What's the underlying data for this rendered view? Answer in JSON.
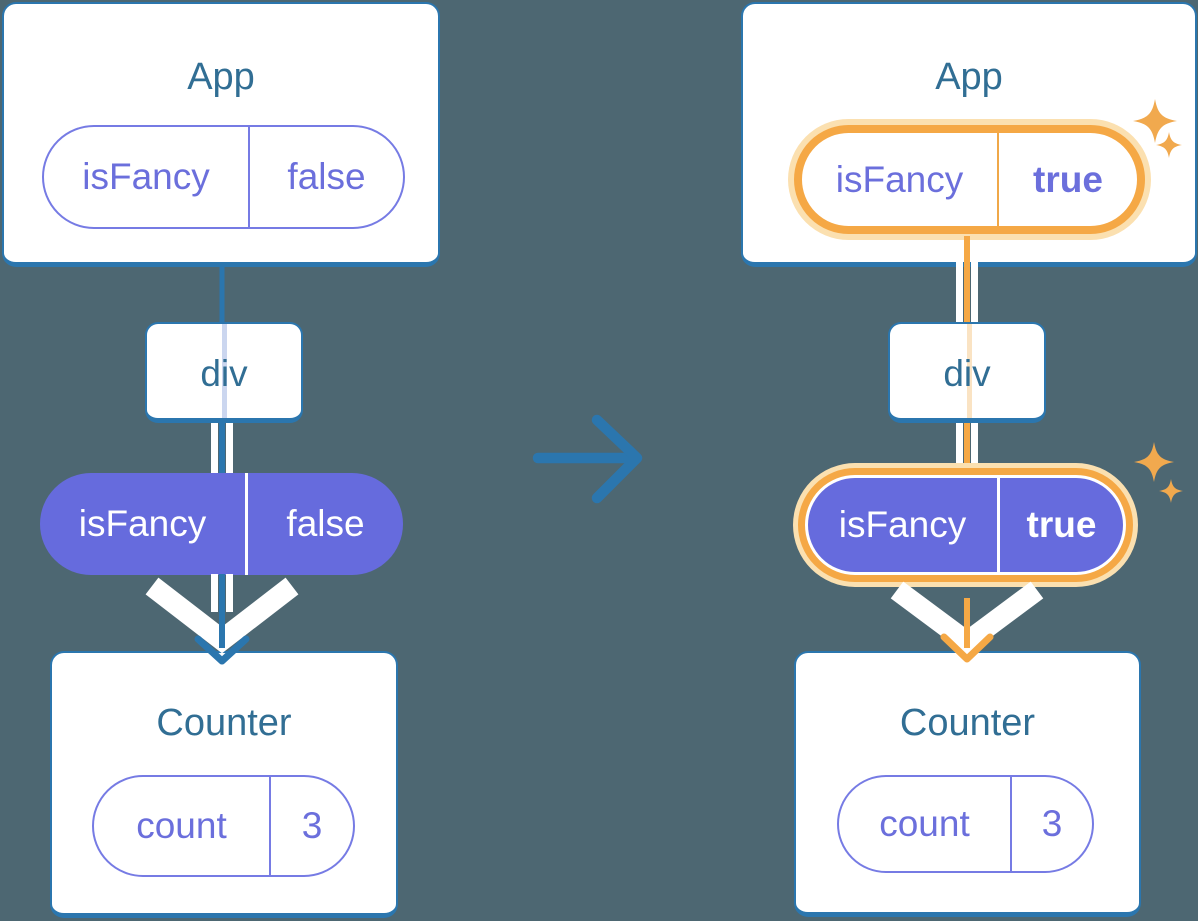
{
  "colors": {
    "background": "#4D6772",
    "card_border_blue": "#2B76AE",
    "title_text": "#316E94",
    "purple_fill": "#666BDD",
    "purple_outline": "#767BE4",
    "purple_text": "#6B6FDC",
    "connector_blue": "#2B76AE",
    "highlight_orange": "#F5A845",
    "highlight_halo": "#FBE0B0",
    "sparkle_orange": "#F1A94E",
    "white": "#FFFFFF"
  },
  "before": {
    "app": {
      "title": "App",
      "prop": {
        "name": "isFancy",
        "value": "false"
      }
    },
    "container": {
      "label": "div"
    },
    "passed_prop": {
      "name": "isFancy",
      "value": "false"
    },
    "counter": {
      "title": "Counter",
      "state": {
        "name": "count",
        "value": "3"
      }
    }
  },
  "after": {
    "app": {
      "title": "App",
      "prop": {
        "name": "isFancy",
        "value": "true"
      }
    },
    "container": {
      "label": "div"
    },
    "passed_prop": {
      "name": "isFancy",
      "value": "true"
    },
    "counter": {
      "title": "Counter",
      "state": {
        "name": "count",
        "value": "3"
      }
    }
  }
}
